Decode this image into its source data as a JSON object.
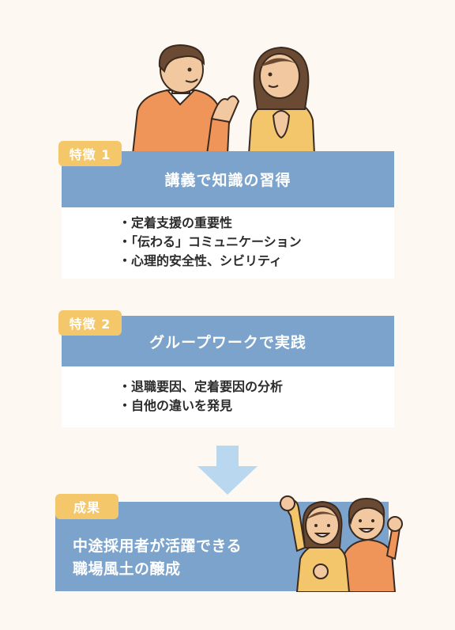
{
  "feature1": {
    "tag": "特徴 1",
    "title": "講義で知識の習得",
    "items": [
      "・定着支援の重要性",
      "・「伝わる」コミュニケーション",
      "・心理的安全性、シビリティ"
    ]
  },
  "feature2": {
    "tag": "特徴 2",
    "title": "グループワークで実践",
    "items": [
      "・退職要因、定着要因の分析",
      "・自他の違いを発見"
    ]
  },
  "result": {
    "tag": "成果",
    "line1": "中途採用者が活躍できる",
    "line2": "職場風土の醸成"
  },
  "colors": {
    "background": "#fdf8f1",
    "tag": "#f3c76a",
    "band": "#7ca3cb",
    "arrow": "#b9d8f0",
    "orange_shirt": "#f0955a",
    "yellow_shirt": "#f3c66b"
  }
}
